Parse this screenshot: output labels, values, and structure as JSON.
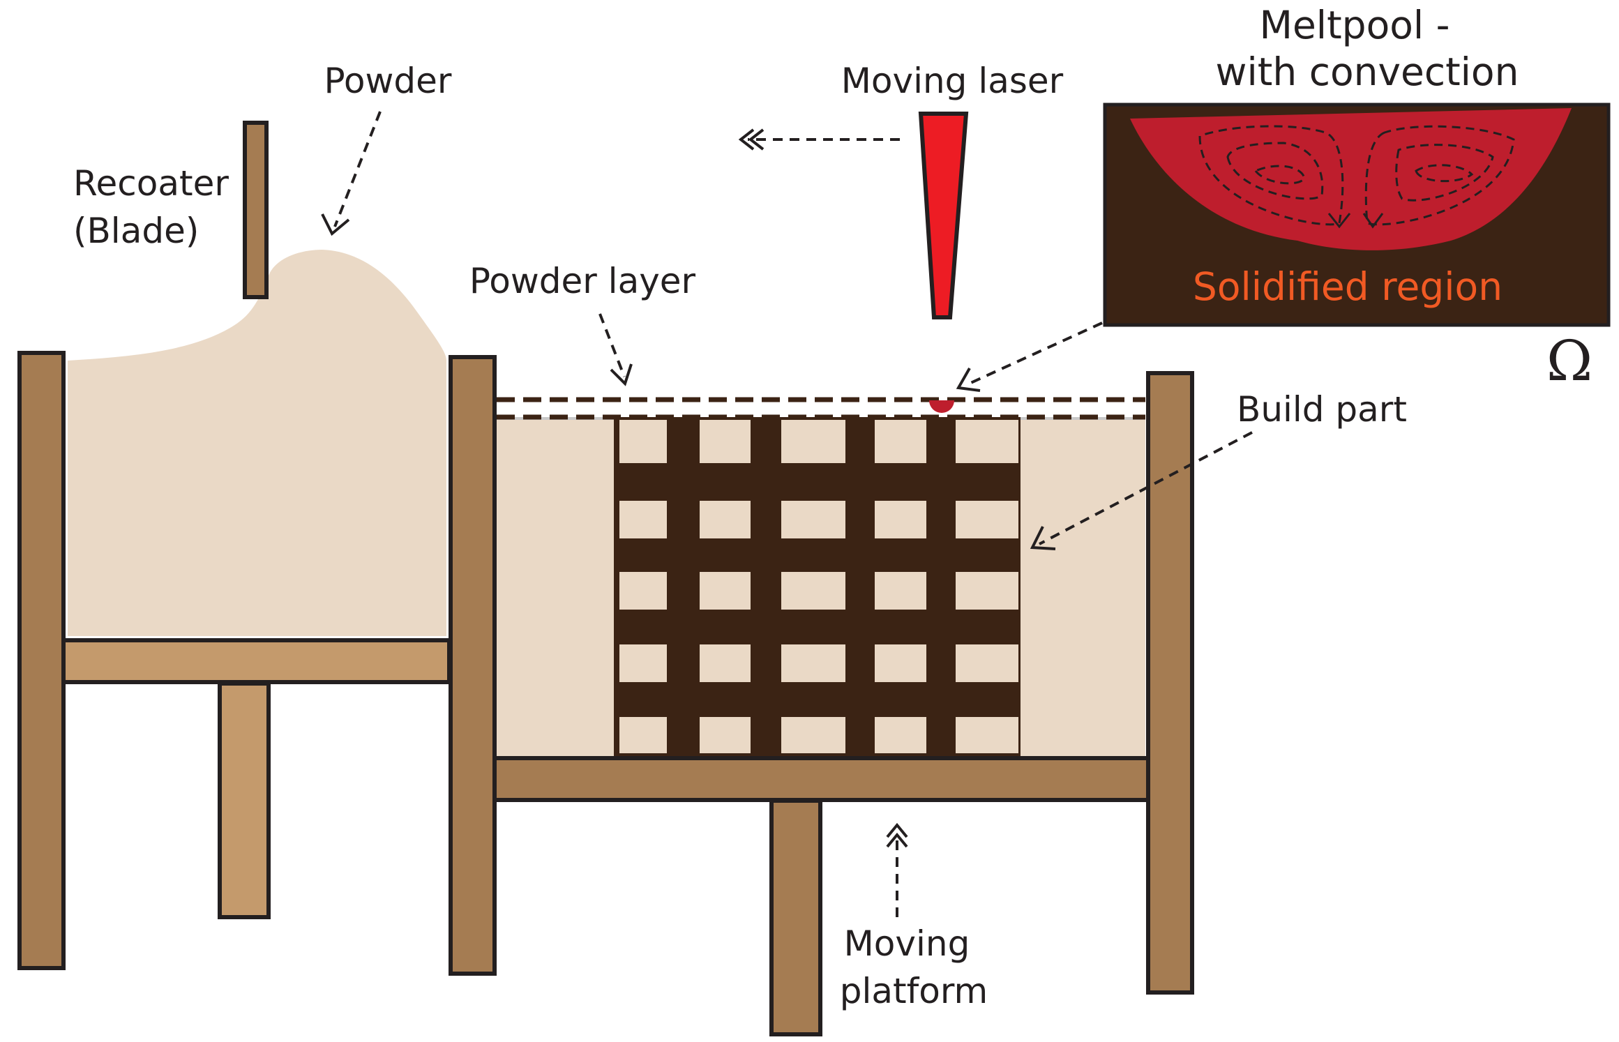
{
  "labels": {
    "powder": "Powder",
    "recoater_line1": "Recoater",
    "recoater_line2": "(Blade)",
    "moving_laser": "Moving laser",
    "powder_layer": "Powder layer",
    "meltpool_line1": "Meltpool -",
    "meltpool_line2": "with convection",
    "solidified_region": "Solidified region",
    "omega": "Ω",
    "build_part": "Build part",
    "moving_platform_line1": "Moving",
    "moving_platform_line2": "platform"
  },
  "colors": {
    "wood": "#a57c52",
    "wood_light": "#c49a6c",
    "powder": "#ead9c6",
    "solidified": "#3b2314",
    "melt": "#be1e2d",
    "laser": "#ed1c24",
    "solidified_text": "#f15a24"
  }
}
